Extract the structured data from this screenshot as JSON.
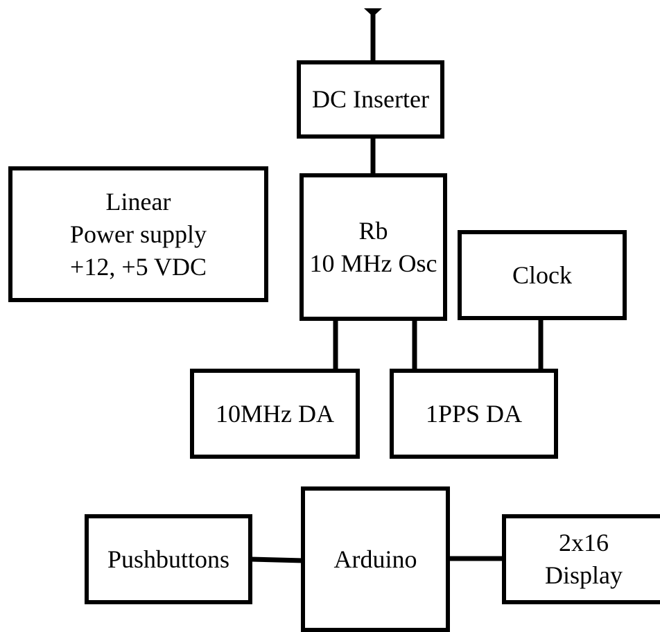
{
  "diagram": {
    "blocks": {
      "dc_inserter": {
        "lines": [
          "DC Inserter"
        ]
      },
      "power_supply": {
        "lines": [
          "Linear",
          "Power supply",
          "+12, +5 VDC"
        ]
      },
      "rb_osc": {
        "lines": [
          "Rb",
          "10 MHz Osc"
        ]
      },
      "clock": {
        "lines": [
          "Clock"
        ]
      },
      "da_10mhz": {
        "lines": [
          "10MHz DA"
        ]
      },
      "da_1pps": {
        "lines": [
          "1PPS DA"
        ]
      },
      "pushbuttons": {
        "lines": [
          "Pushbuttons"
        ]
      },
      "arduino": {
        "lines": [
          "Arduino"
        ]
      },
      "display": {
        "lines": [
          "2x16",
          "Display"
        ]
      }
    },
    "connections": [
      [
        "antenna",
        "dc_inserter"
      ],
      [
        "dc_inserter",
        "rb_osc"
      ],
      [
        "rb_osc",
        "da_10mhz"
      ],
      [
        "rb_osc",
        "da_1pps"
      ],
      [
        "clock",
        "da_1pps"
      ],
      [
        "pushbuttons",
        "arduino"
      ],
      [
        "arduino",
        "display"
      ]
    ]
  }
}
